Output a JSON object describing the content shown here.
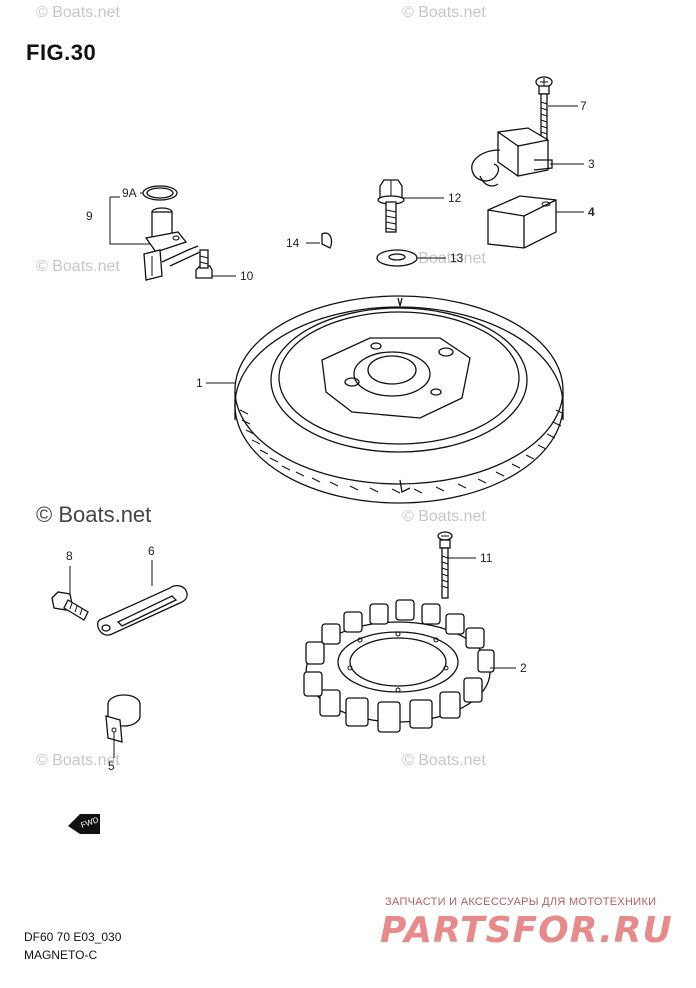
{
  "figure": {
    "title": "FIG.30",
    "code": "DF60 70 E03_030",
    "name": "MAGNETO-C"
  },
  "callouts": [
    "1",
    "2",
    "3",
    "4",
    "5",
    "6",
    "7",
    "8",
    "9",
    "9A",
    "10",
    "11",
    "12",
    "13",
    "14"
  ],
  "watermark": {
    "text": "© Boats.net"
  },
  "brand": {
    "subtitle": "ЗАПЧАСТИ И АКСЕССУАРЫ ДЛЯ МОТОТЕХНИКИ",
    "name": "PARTSFOR.RU"
  },
  "icons": [
    "fwd-arrow-icon"
  ]
}
